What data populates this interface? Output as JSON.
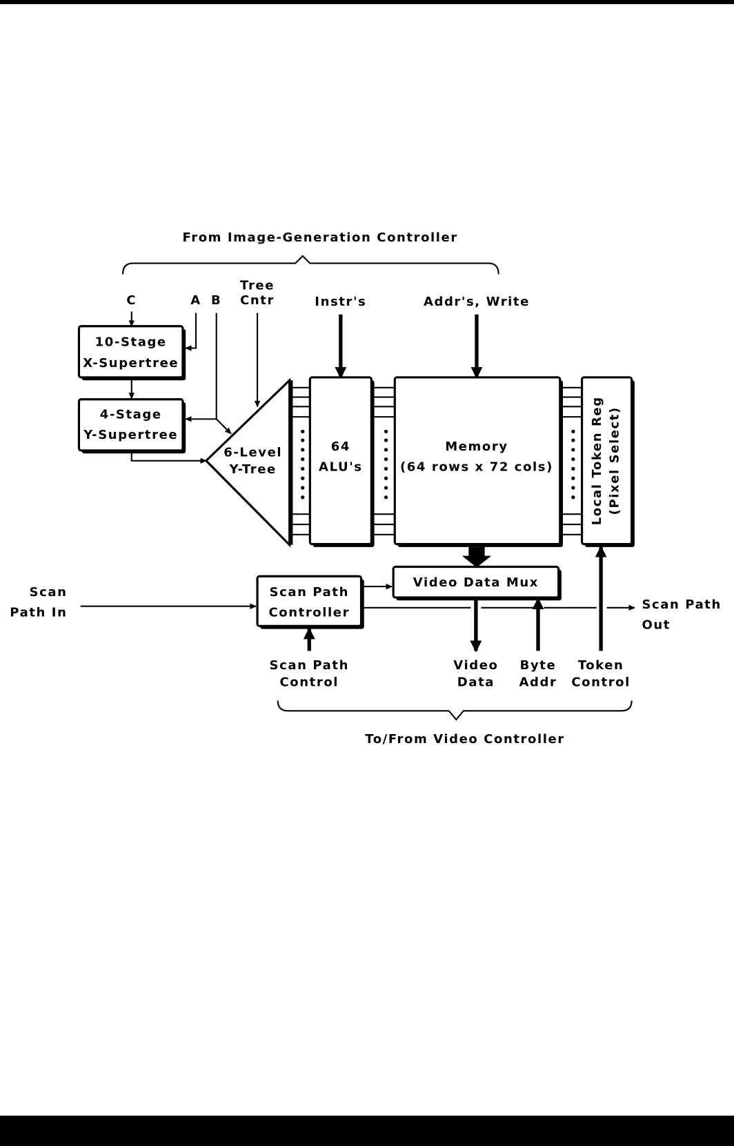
{
  "diagram": {
    "top_group_label": "From Image-Generation Controller",
    "bottom_group_label": "To/From Video Controller",
    "inputs_top": {
      "c": "C",
      "a": "A",
      "b": "B",
      "tree_cntr": [
        "Tree",
        "Cntr"
      ],
      "instrs": "Instr's",
      "addrs_write": "Addr's, Write"
    },
    "blocks": {
      "x_supertree": [
        "10-Stage",
        "X-Supertree"
      ],
      "y_supertree": [
        "4-Stage",
        "Y-Supertree"
      ],
      "y_tree": [
        "6-Level",
        "Y-Tree"
      ],
      "alus": [
        "64",
        "ALU's"
      ],
      "memory": [
        "Memory",
        "(64 rows x 72 cols)"
      ],
      "token_reg": [
        "Local Token Reg",
        "(Pixel Select)"
      ],
      "video_mux": "Video Data Mux",
      "scan_ctrl": [
        "Scan Path",
        "Controller"
      ]
    },
    "side_io": {
      "scan_in": [
        "Scan",
        "Path In"
      ],
      "scan_out": [
        "Scan Path",
        "Out"
      ]
    },
    "bottom_io": {
      "scan_path_control": [
        "Scan Path",
        "Control"
      ],
      "video_data": [
        "Video",
        "Data"
      ],
      "byte_addr": [
        "Byte",
        "Addr"
      ],
      "token_control": [
        "Token",
        "Control"
      ]
    }
  }
}
